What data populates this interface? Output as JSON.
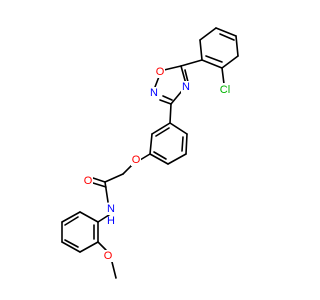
{
  "molecule": {
    "atoms": {
      "chlorine": {
        "label": "Cl",
        "color": "#00b400"
      },
      "oxadiazole_o": {
        "label": "O",
        "color": "#ff0000"
      },
      "oxadiazole_n_left": {
        "label": "N",
        "color": "#0000ff"
      },
      "oxadiazole_n_right": {
        "label": "N",
        "color": "#0000ff"
      },
      "ether_o": {
        "label": "O",
        "color": "#ff0000"
      },
      "carbonyl_o": {
        "label": "O",
        "color": "#ff0000"
      },
      "amide_n": {
        "label": "N",
        "color": "#0000ff"
      },
      "amide_h": {
        "label": "H",
        "color": "#0000ff"
      },
      "methoxy_o": {
        "label": "O",
        "color": "#ff0000"
      }
    }
  }
}
